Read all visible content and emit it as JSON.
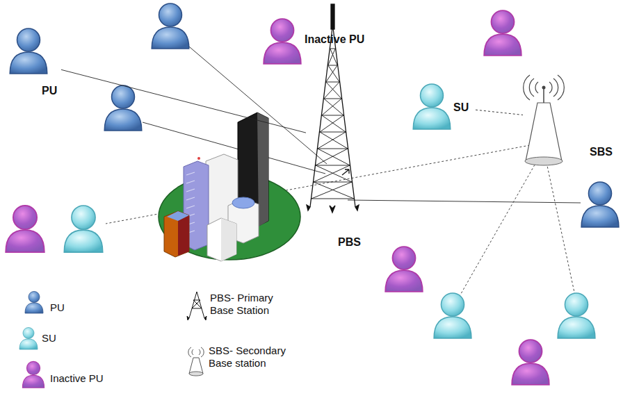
{
  "diagram": {
    "nodes": [
      {
        "text": [
          "PU"
        ]
      },
      {
        "text": [
          "Inactive PU"
        ]
      },
      {
        "text": [
          "PBS"
        ]
      },
      {
        "text": [
          "SU"
        ]
      },
      {
        "text": [
          "SBS"
        ]
      }
    ],
    "edges": [
      {
        "from": 0,
        "to": 2,
        "arrow": "none"
      },
      {
        "from": 3,
        "to": 4,
        "arrow": "none"
      }
    ],
    "legend": [
      {
        "text": "PU"
      },
      {
        "text": "SU"
      },
      {
        "text": "Inactive PU"
      },
      {
        "text": "PBS- Primary Base Station"
      },
      {
        "text": "SBS- Secondary Base station"
      }
    ]
  }
}
